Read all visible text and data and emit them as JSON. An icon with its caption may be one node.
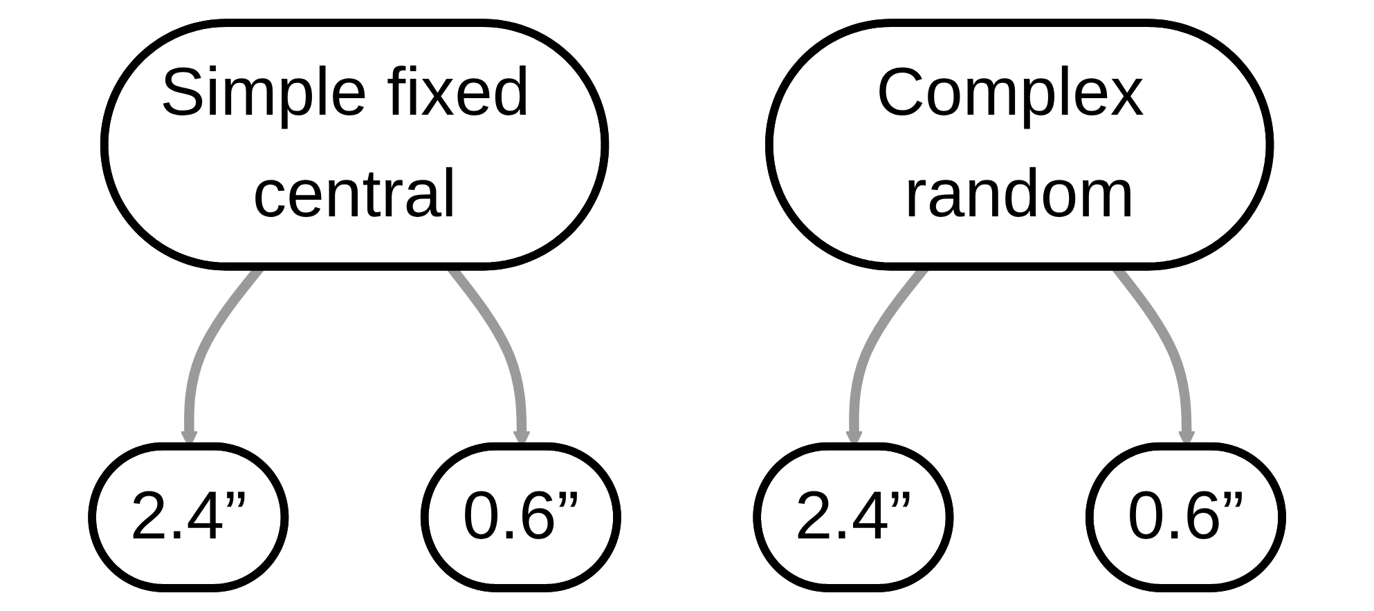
{
  "diagram": {
    "nodes": [
      {
        "text": [
          "Simple fixed central"
        ]
      },
      {
        "text": [
          "Complex random"
        ]
      },
      {
        "text": [
          "2.4”"
        ]
      },
      {
        "text": [
          "0.6”"
        ]
      },
      {
        "text": [
          "2.4”"
        ]
      },
      {
        "text": [
          "0.6”"
        ]
      }
    ],
    "edges": [
      {
        "from": 0,
        "to": 2,
        "arrow": "to"
      },
      {
        "from": 0,
        "to": 3,
        "arrow": "to"
      },
      {
        "from": 1,
        "to": 4,
        "arrow": "to"
      },
      {
        "from": 1,
        "to": 5,
        "arrow": "to"
      }
    ]
  }
}
